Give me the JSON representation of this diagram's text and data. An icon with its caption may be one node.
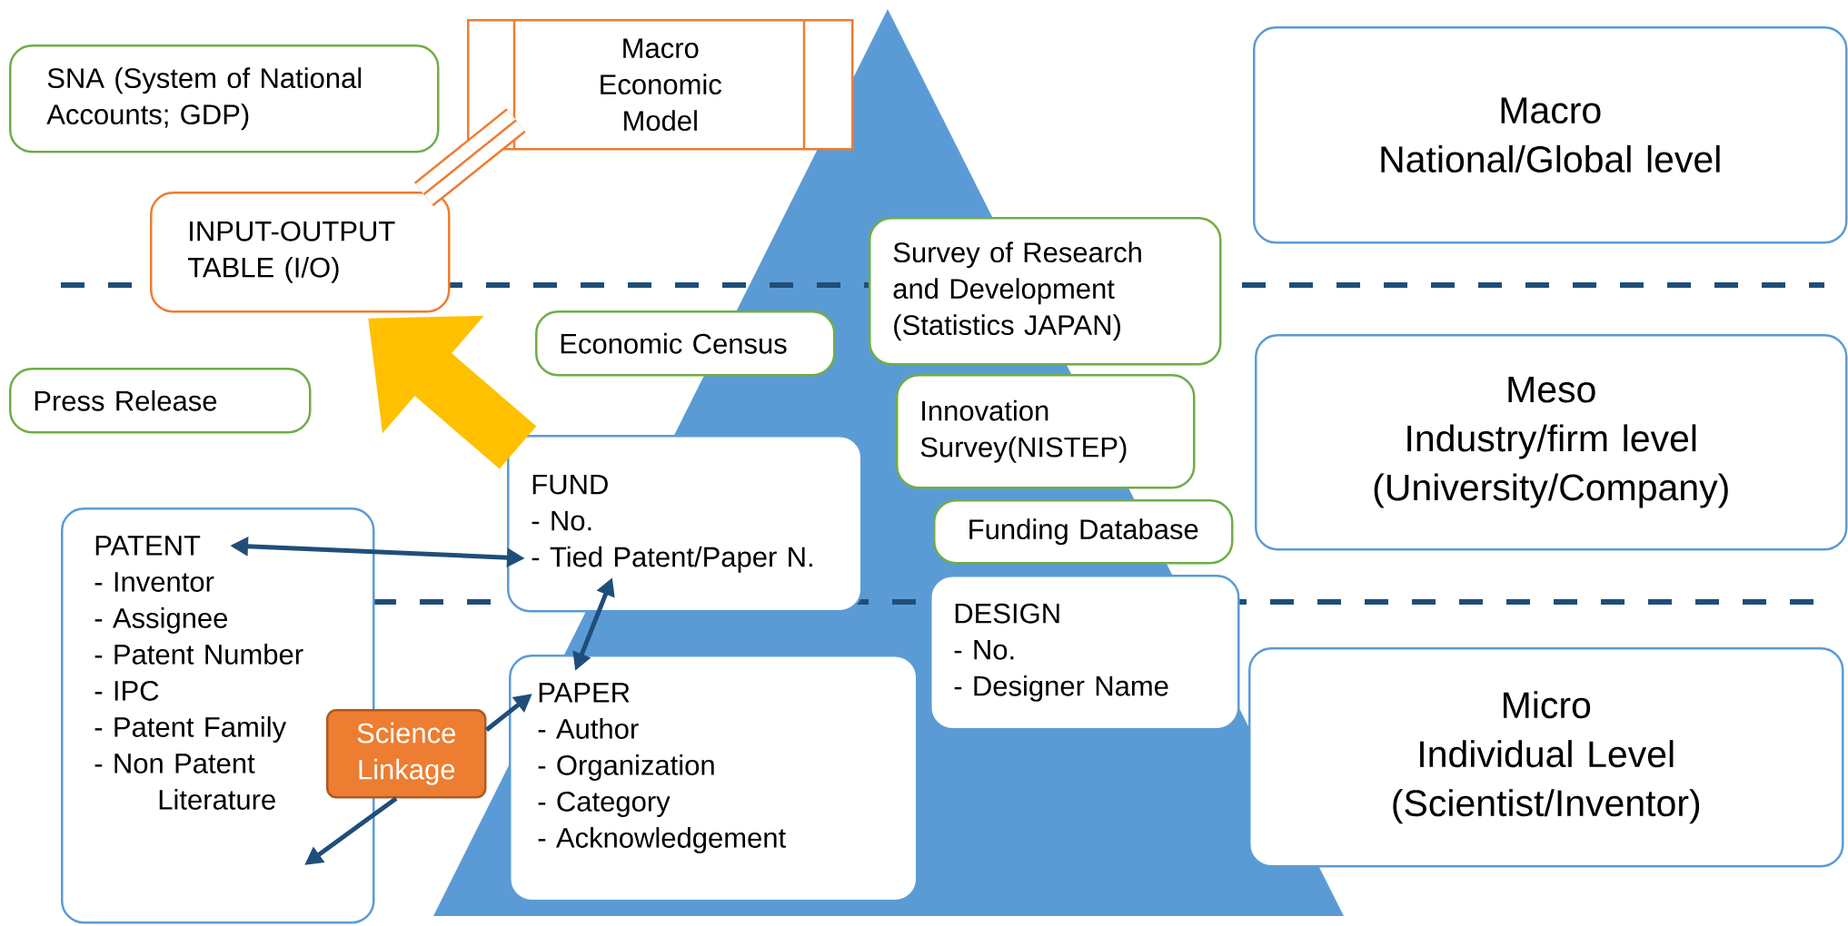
{
  "diagram": {
    "nodes": [
      {
        "text": [
          "SNA (System of National Accounts; GDP)"
        ]
      },
      {
        "text": [
          "Macro Economic Model"
        ]
      },
      {
        "text": [
          "INPUT-OUTPUT TABLE (I/O)"
        ]
      },
      {
        "text": [
          "Economic Census"
        ]
      },
      {
        "text": [
          "Survey of Research and Development (Statistics JAPAN)"
        ]
      },
      {
        "text": [
          "Press Release"
        ]
      },
      {
        "text": [
          "Innovation Survey(NISTEP)"
        ]
      },
      {
        "text": [
          "FUND",
          "- No.",
          "- Tied Patent/Paper N."
        ]
      },
      {
        "text": [
          "Funding Database"
        ]
      },
      {
        "text": [
          "Macro",
          "National/Global level"
        ]
      },
      {
        "text": [
          "Meso",
          "Industry/firm level (University/Company)"
        ]
      },
      {
        "text": [
          "PATENT",
          "- Inventor",
          "- Assignee",
          "- Patent Number",
          "- IPC",
          "- Patent Family",
          "- Non Patent Literature"
        ]
      },
      {
        "text": [
          "DESIGN",
          "- No.",
          "- Designer Name"
        ]
      },
      {
        "text": [
          "PAPER",
          "- Author",
          "- Organization",
          "- Category",
          "- Acknowledgement"
        ]
      },
      {
        "text": [
          "Micro",
          "Individual Level (Scientist/Inventor)"
        ]
      },
      {
        "text": [
          "Science Linkage"
        ]
      }
    ],
    "edges": [
      {
        "from": 11,
        "to": 7,
        "arrow": "both"
      },
      {
        "from": 7,
        "to": 13,
        "arrow": "both"
      },
      {
        "from": 15,
        "to": 11,
        "arrow": "to"
      },
      {
        "from": 15,
        "to": 13,
        "arrow": "to"
      },
      {
        "from": 7,
        "to": 2,
        "arrow": "to",
        "style": "thick",
        "color": "#ffc000"
      },
      {
        "from": 2,
        "to": 1,
        "arrow": "none",
        "style": "thick",
        "color": "#ed7d31"
      }
    ]
  }
}
